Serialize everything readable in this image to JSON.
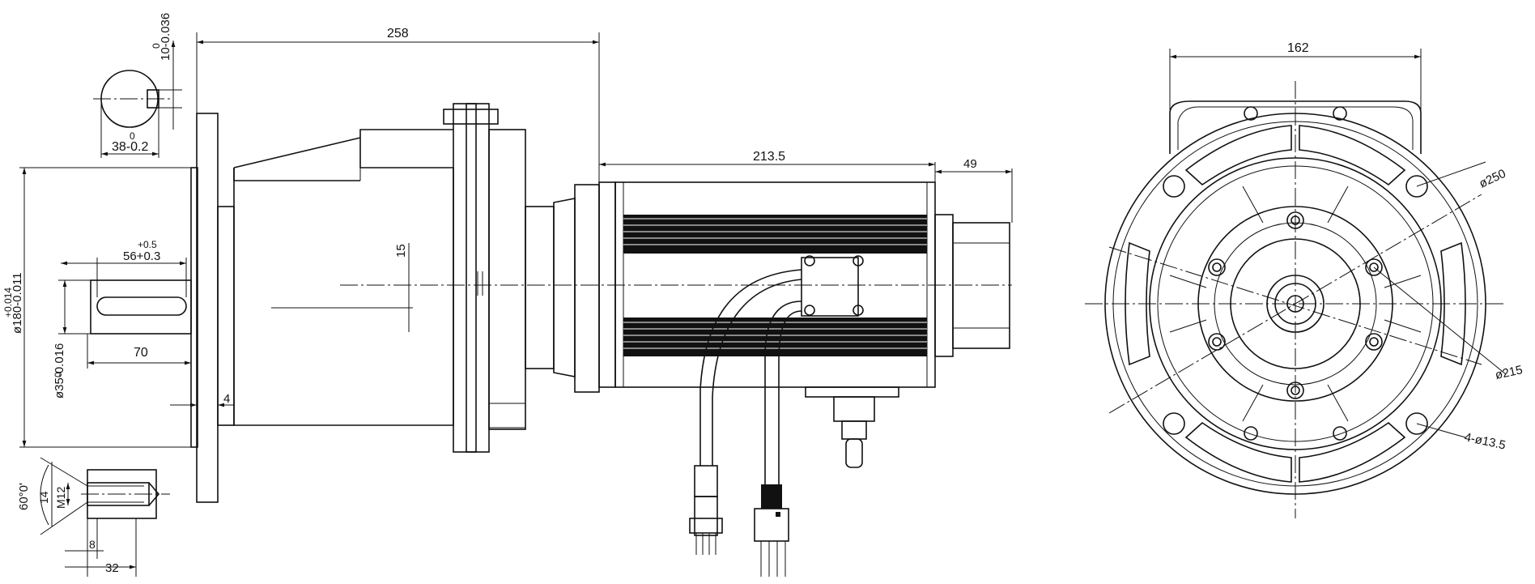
{
  "keyway_detail": {
    "width_tol": "10-0.036",
    "width_tol_upper": "0",
    "depth": "38-0.2",
    "depth_tol_upper": "0"
  },
  "side_view": {
    "overall_length": "258",
    "motor_length": "213.5",
    "encoder_length": "49",
    "shaft_offset": "15",
    "flange_thickness": "4",
    "key_length": "56+0.3",
    "key_length_upper": "+0.5",
    "shaft_length": "70",
    "spigot_diameter": "ø180-0.011",
    "spigot_diameter_upper": "+0.014",
    "shaft_diameter": "ø35-0.016",
    "shaft_diameter_upper": "0"
  },
  "thread_detail": {
    "chamfer_angle": "60°0'",
    "counterbore": "14",
    "thread": "M12",
    "thread_depth": "8",
    "hole_depth": "32"
  },
  "front_view": {
    "flange_width": "162",
    "pcd_outer": "ø250",
    "pcd_inner": "ø215",
    "mounting_holes": "4-ø13.5"
  },
  "icons": [
    "gear-motor-side-view",
    "flange-front-view",
    "connector-plug",
    "cable"
  ]
}
